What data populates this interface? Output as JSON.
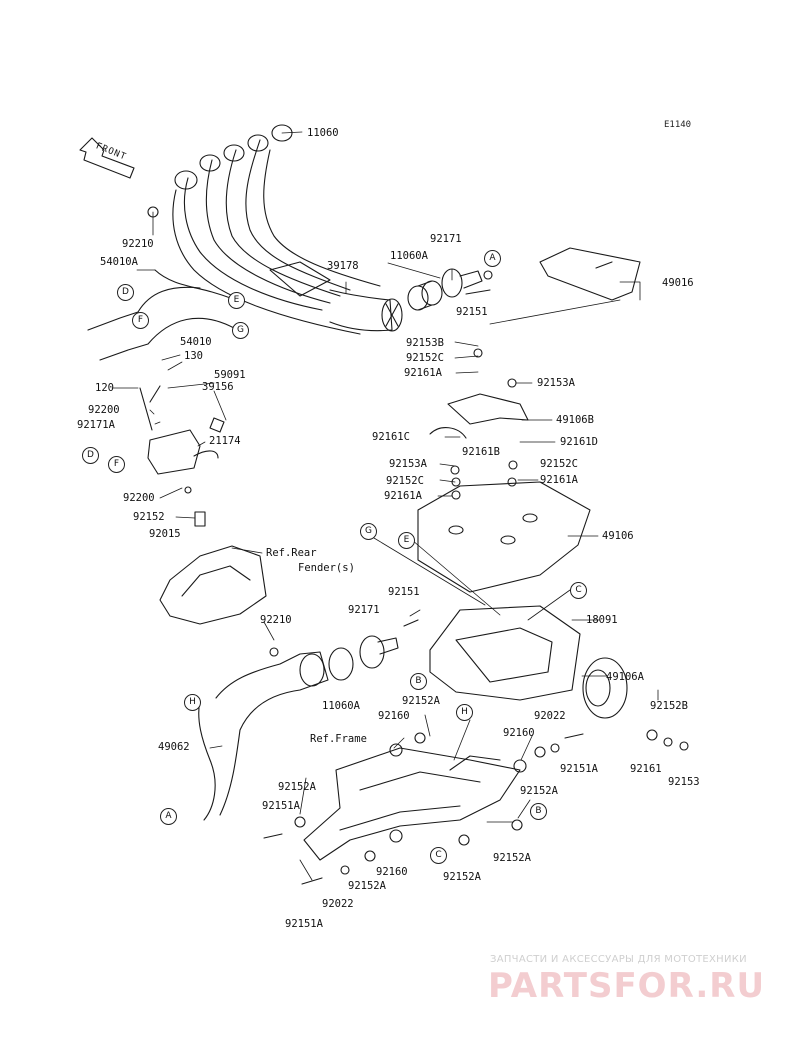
{
  "diagram_code": "E1140",
  "front_arrow": "FRONT",
  "refs": {
    "rear_fender_1": "Ref.Rear",
    "rear_fender_2": "Fender(s)",
    "frame": "Ref.Frame"
  },
  "parts": {
    "p11060_top": "11060",
    "p92210_top": "92210",
    "p54010A": "54010A",
    "p92171_top": "92171",
    "p11060A_top": "11060A",
    "p39178": "39178",
    "p49016": "49016",
    "p92151_top": "92151",
    "p54010": "54010",
    "p130": "130",
    "p59091": "59091",
    "p39156": "39156",
    "p120": "120",
    "p92200_top": "92200",
    "p92171A": "92171A",
    "p21174": "21174",
    "p92200_bot": "92200",
    "p92152_left": "92152",
    "p92015": "92015",
    "p92153B": "92153B",
    "p92152C_1": "92152C",
    "p92161A_1": "92161A",
    "p92153A_1": "92153A",
    "p49106B": "49106B",
    "p92161C": "92161C",
    "p92161B": "92161B",
    "p92161D": "92161D",
    "p92153A_2": "92153A",
    "p92152C_2": "92152C",
    "p92152C_3": "92152C",
    "p92161A_2": "92161A",
    "p92161A_3": "92161A",
    "p49106": "49106",
    "p92151_mid": "92151",
    "p92171_mid": "92171",
    "p92210_mid": "92210",
    "p18091": "18091",
    "p49106A": "49106A",
    "p92152A_1": "92152A",
    "p11060A_mid": "11060A",
    "p92160_1": "92160",
    "p92022_1": "92022",
    "p92152B": "92152B",
    "p49062": "49062",
    "p92160_2": "92160",
    "p92151A_1": "92151A",
    "p92161": "92161",
    "p92153": "92153",
    "p92152A_2": "92152A",
    "p92152A_3": "92152A",
    "p92151A_2": "92151A",
    "p92160_3": "92160",
    "p92152A_4": "92152A",
    "p92152A_5": "92152A",
    "p92022_2": "92022",
    "p92151A_3": "92151A"
  },
  "callouts": {
    "D1": "D",
    "E1": "E",
    "F1": "F",
    "G1": "G",
    "A1": "A",
    "D2": "D",
    "F2": "F",
    "G2": "G",
    "E2": "E",
    "C1": "C",
    "B1": "B",
    "H1": "H",
    "H2": "H",
    "A2": "A",
    "B2": "B",
    "C2": "C"
  },
  "watermark": {
    "caption": "ЗАПЧАСТИ И АКСЕССУАРЫ ДЛЯ МОТОТЕХНИКИ",
    "logo": "PARTSFOR.RU"
  }
}
